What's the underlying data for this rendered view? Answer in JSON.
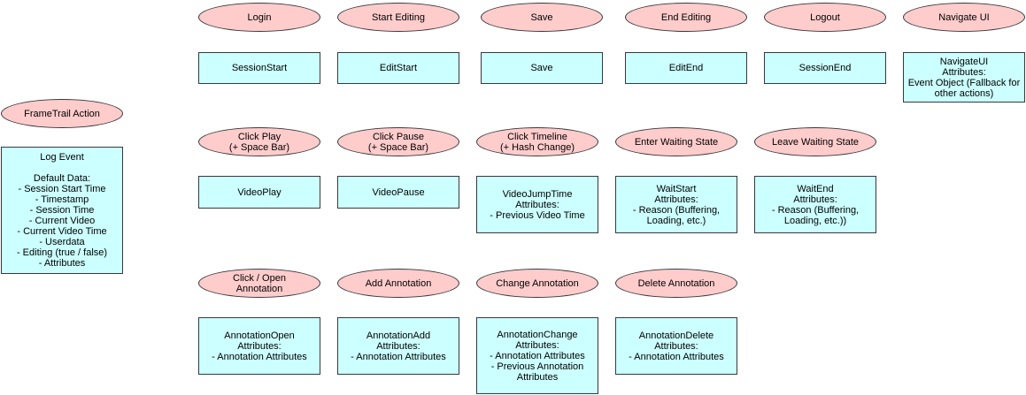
{
  "legend": {
    "action_label": "FrameTrail Action",
    "event_label": "Log Event\n\nDefault Data:\n- Session Start Time\n- Timestamp\n- Session Time\n- Current Video\n- Current Video Time\n- Userdata\n- Editing (true / false)\n- Attributes"
  },
  "rows": [
    {
      "actions": [
        "Login",
        "Start Editing",
        "Save",
        "End Editing",
        "Logout",
        "Navigate UI"
      ],
      "events": [
        "SessionStart",
        "EditStart",
        "Save",
        "EditEnd",
        "SessionEnd",
        "NavigateUI\nAttributes:\nEvent Object (Fallback for\nother actions)"
      ]
    },
    {
      "actions": [
        "Click Play\n(+ Space Bar)",
        "Click Pause\n(+ Space Bar)",
        "Click Timeline\n(+ Hash Change)",
        "Enter Waiting State",
        "Leave Waiting State"
      ],
      "events": [
        "VideoPlay",
        "VideoPause",
        "VideoJumpTime\nAttributes:\n- Previous Video Time",
        "WaitStart\nAttributes:\n- Reason (Buffering,\nLoading, etc.)",
        "WaitEnd\nAttributes:\n- Reason (Buffering,\nLoading, etc.))"
      ]
    },
    {
      "actions": [
        "Click / Open\nAnnotation",
        "Add Annotation",
        "Change Annotation",
        "Delete Annotation"
      ],
      "events": [
        "AnnotationOpen\nAttributes:\n- Annotation Attributes",
        "AnnotationAdd\nAttributes:\n- Annotation Attributes",
        "AnnotationChange\nAttributes:\n- Annotation Attributes\n- Previous Annotation\nAttributes",
        "AnnotationDelete\nAttributes:\n- Annotation Attributes"
      ]
    }
  ],
  "colors": {
    "action_fill": "#ffcccc",
    "event_fill": "#ccffff",
    "stroke": "#36393d"
  }
}
